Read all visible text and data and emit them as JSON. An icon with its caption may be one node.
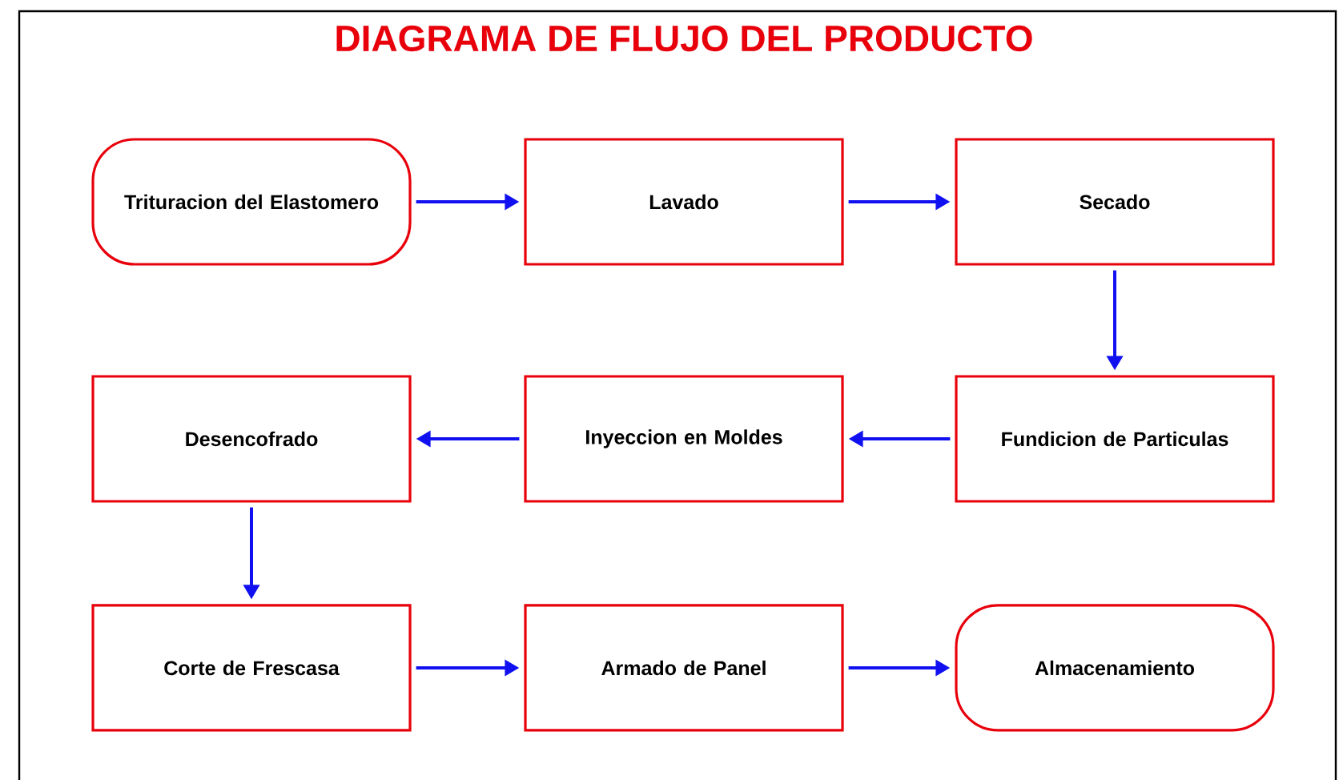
{
  "diagram": {
    "title": "DIAGRAMA DE FLUJO DEL PRODUCTO",
    "nodes": [
      {
        "text": [
          "Trituracion del Elastomero"
        ]
      },
      {
        "text": [
          "Lavado"
        ]
      },
      {
        "text": [
          "Secado"
        ]
      },
      {
        "text": [
          "Fundicion de Particulas"
        ]
      },
      {
        "text": [
          "Inyeccion en Moldes"
        ]
      },
      {
        "text": [
          "Desencofrado"
        ]
      },
      {
        "text": [
          "Corte de Frescasa"
        ]
      },
      {
        "text": [
          "Armado de Panel"
        ]
      },
      {
        "text": [
          "Almacenamiento"
        ]
      }
    ],
    "edges": [
      {
        "from": 0,
        "to": 1,
        "arrow": "to"
      },
      {
        "from": 1,
        "to": 2,
        "arrow": "to"
      },
      {
        "from": 2,
        "to": 3,
        "arrow": "to"
      },
      {
        "from": 3,
        "to": 4,
        "arrow": "to"
      },
      {
        "from": 4,
        "to": 5,
        "arrow": "to"
      },
      {
        "from": 5,
        "to": 6,
        "arrow": "to"
      },
      {
        "from": 6,
        "to": 7,
        "arrow": "to"
      },
      {
        "from": 7,
        "to": 8,
        "arrow": "to"
      }
    ]
  }
}
